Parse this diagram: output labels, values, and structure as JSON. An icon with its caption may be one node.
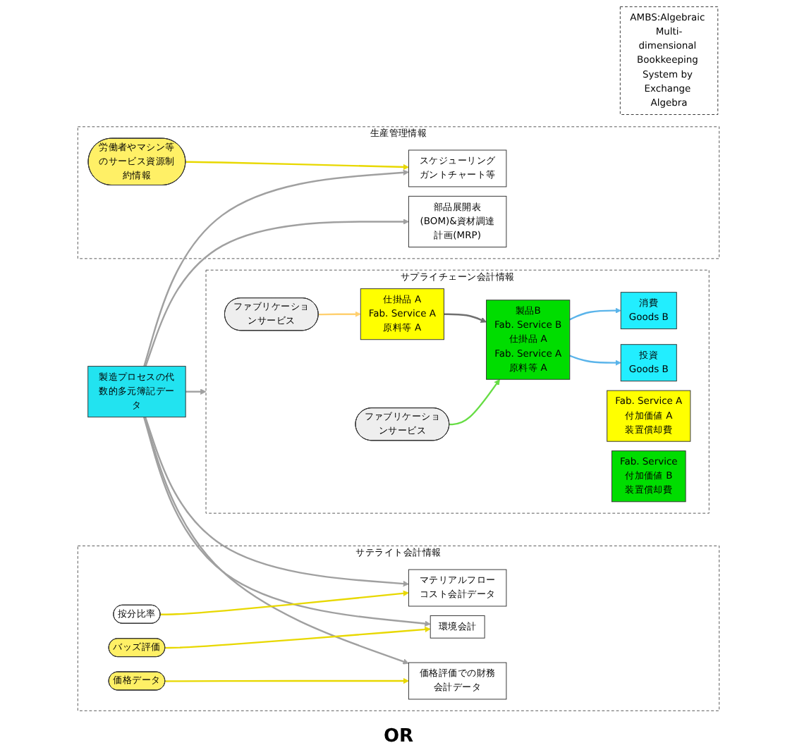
{
  "diagram": {
    "nodes": [
      {
        "text": [
          "製造プロセスの代数的多元簿記データ"
        ]
      },
      {
        "text": [
          "AMBS:Algebraic Multi-dimensional Bookkeeping System by Exchange Algebra"
        ]
      },
      {
        "text": [
          "サテライト会計情報"
        ]
      },
      {
        "text": [
          "按分比率"
        ],
        "in": 2
      },
      {
        "text": [
          "マテリアルフローコスト会計データ"
        ],
        "in": 2
      },
      {
        "text": [
          "環境会計"
        ],
        "in": 2
      },
      {
        "text": [
          "バッズ評価"
        ],
        "in": 2
      },
      {
        "text": [
          "価格データ"
        ],
        "in": 2
      },
      {
        "text": [
          "価格評価での財務会計データ"
        ],
        "in": 2
      },
      {
        "text": [
          "生産管理情報"
        ]
      },
      {
        "text": [
          "部品展開表(BOM)&資材調達計画(MRP)"
        ],
        "in": 9
      },
      {
        "text": [
          "スケジューリングガントチャート等"
        ],
        "in": 9
      },
      {
        "text": [
          "労働者やマシン等のサービス資源制約情報"
        ],
        "in": 9
      },
      {
        "text": [
          "サプライチェーン会計情報"
        ]
      },
      {
        "text": [
          "仕掛品 A",
          "Fab. Service A",
          "原料等 A"
        ],
        "in": 13
      },
      {
        "text": [
          "ファブリケーションサービス"
        ],
        "in": 13
      },
      {
        "text": [
          "Fab. Service A",
          "付加価値 A",
          "装置償却費"
        ],
        "in": 13
      },
      {
        "text": [
          "製品B",
          "Fab. Service B",
          "仕掛品 A",
          "Fab. Service A",
          "原料等 A"
        ],
        "in": 13
      },
      {
        "text": [
          "ファブリケーションサービス"
        ],
        "in": 13
      },
      {
        "text": [
          "Fab. Service",
          "付加価値 B",
          "装置償却費"
        ],
        "in": 13
      },
      {
        "text": [
          "消費",
          "Goods B"
        ],
        "in": 13
      },
      {
        "text": [
          "投資",
          "Goods B"
        ],
        "in": 13
      }
    ],
    "edges": [
      {
        "from": 0,
        "to": 4,
        "arrow": "to"
      },
      {
        "from": 0,
        "to": 8,
        "arrow": "to"
      },
      {
        "from": 0,
        "to": 5,
        "arrow": "to"
      },
      {
        "from": 0,
        "to": 13,
        "arrow": "to"
      },
      {
        "from": 0,
        "to": 11,
        "arrow": "to"
      },
      {
        "from": 0,
        "to": 10,
        "arrow": "to"
      },
      {
        "from": 3,
        "to": 4,
        "arrow": "to",
        "color": "#e8d800"
      },
      {
        "from": 6,
        "to": 5,
        "arrow": "to",
        "color": "#e8d800"
      },
      {
        "from": 7,
        "to": 8,
        "arrow": "to",
        "color": "#e8d800"
      },
      {
        "from": 12,
        "to": 11,
        "arrow": "to",
        "color": "#e8d800"
      },
      {
        "from": 15,
        "to": 14,
        "arrow": "to",
        "color": "#ffd070"
      },
      {
        "from": 14,
        "to": 17,
        "arrow": "to",
        "color": "#707070"
      },
      {
        "from": 18,
        "to": 17,
        "arrow": "to",
        "color": "#66dd44"
      },
      {
        "from": 17,
        "to": 20,
        "arrow": "to",
        "color": "#5ab4ea"
      },
      {
        "from": 17,
        "to": 21,
        "arrow": "to",
        "color": "#5ab4ea"
      }
    ],
    "labels": [
      "OR"
    ]
  }
}
